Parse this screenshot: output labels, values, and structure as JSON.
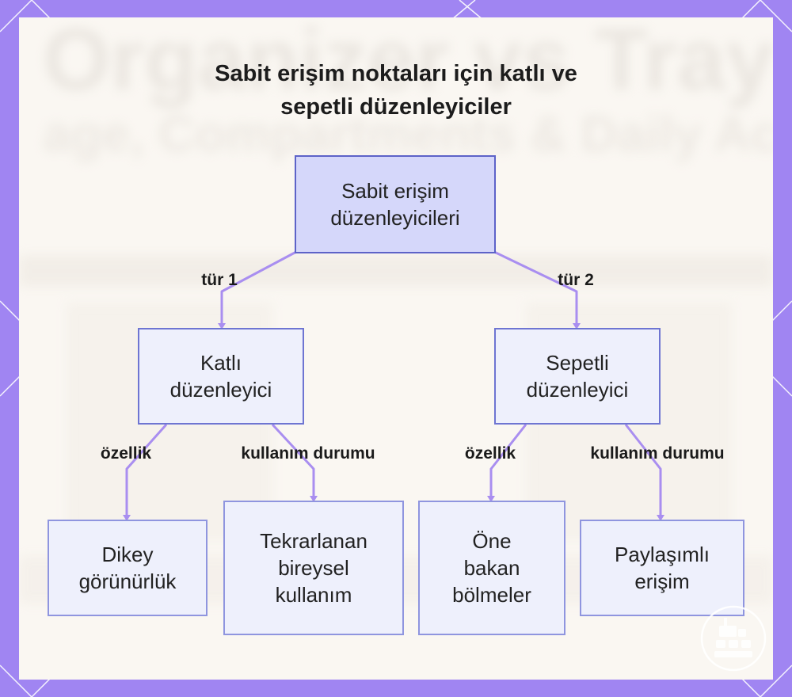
{
  "title": {
    "line1": "Sabit erişim noktaları için katlı ve",
    "line2": "sepetli düzenleyiciler"
  },
  "background": {
    "ghost_line1": "Organizer vs Tray",
    "ghost_line2": "age, Compartments & Daily Ac"
  },
  "nodes": {
    "root": "Sabit erişim\ndüzenleyicileri",
    "tiered": "Katlı\ndüzenleyici",
    "basket": "Sepetli\ndüzenleyici",
    "vertical_visibility": "Dikey\ngörünürlük",
    "repeated_individual": "Tekrarlanan\nbireysel\nkullanım",
    "front_compartments": "Öne\nbakan\nbölmeler",
    "shared_access": "Paylaşımlı\nerişim"
  },
  "edge_labels": {
    "type1": "tür 1",
    "type2": "tür 2",
    "feature_left": "özellik",
    "usage_left": "kullanım durumu",
    "feature_right": "özellik",
    "usage_right": "kullanım durumu"
  },
  "colors": {
    "frame": "#a085f2",
    "root_fill": "#d5d7fa",
    "node_fill": "#eef0fc",
    "connector": "#a98ef0"
  },
  "icons": {
    "corner_logo": "organizer-logo-icon"
  }
}
